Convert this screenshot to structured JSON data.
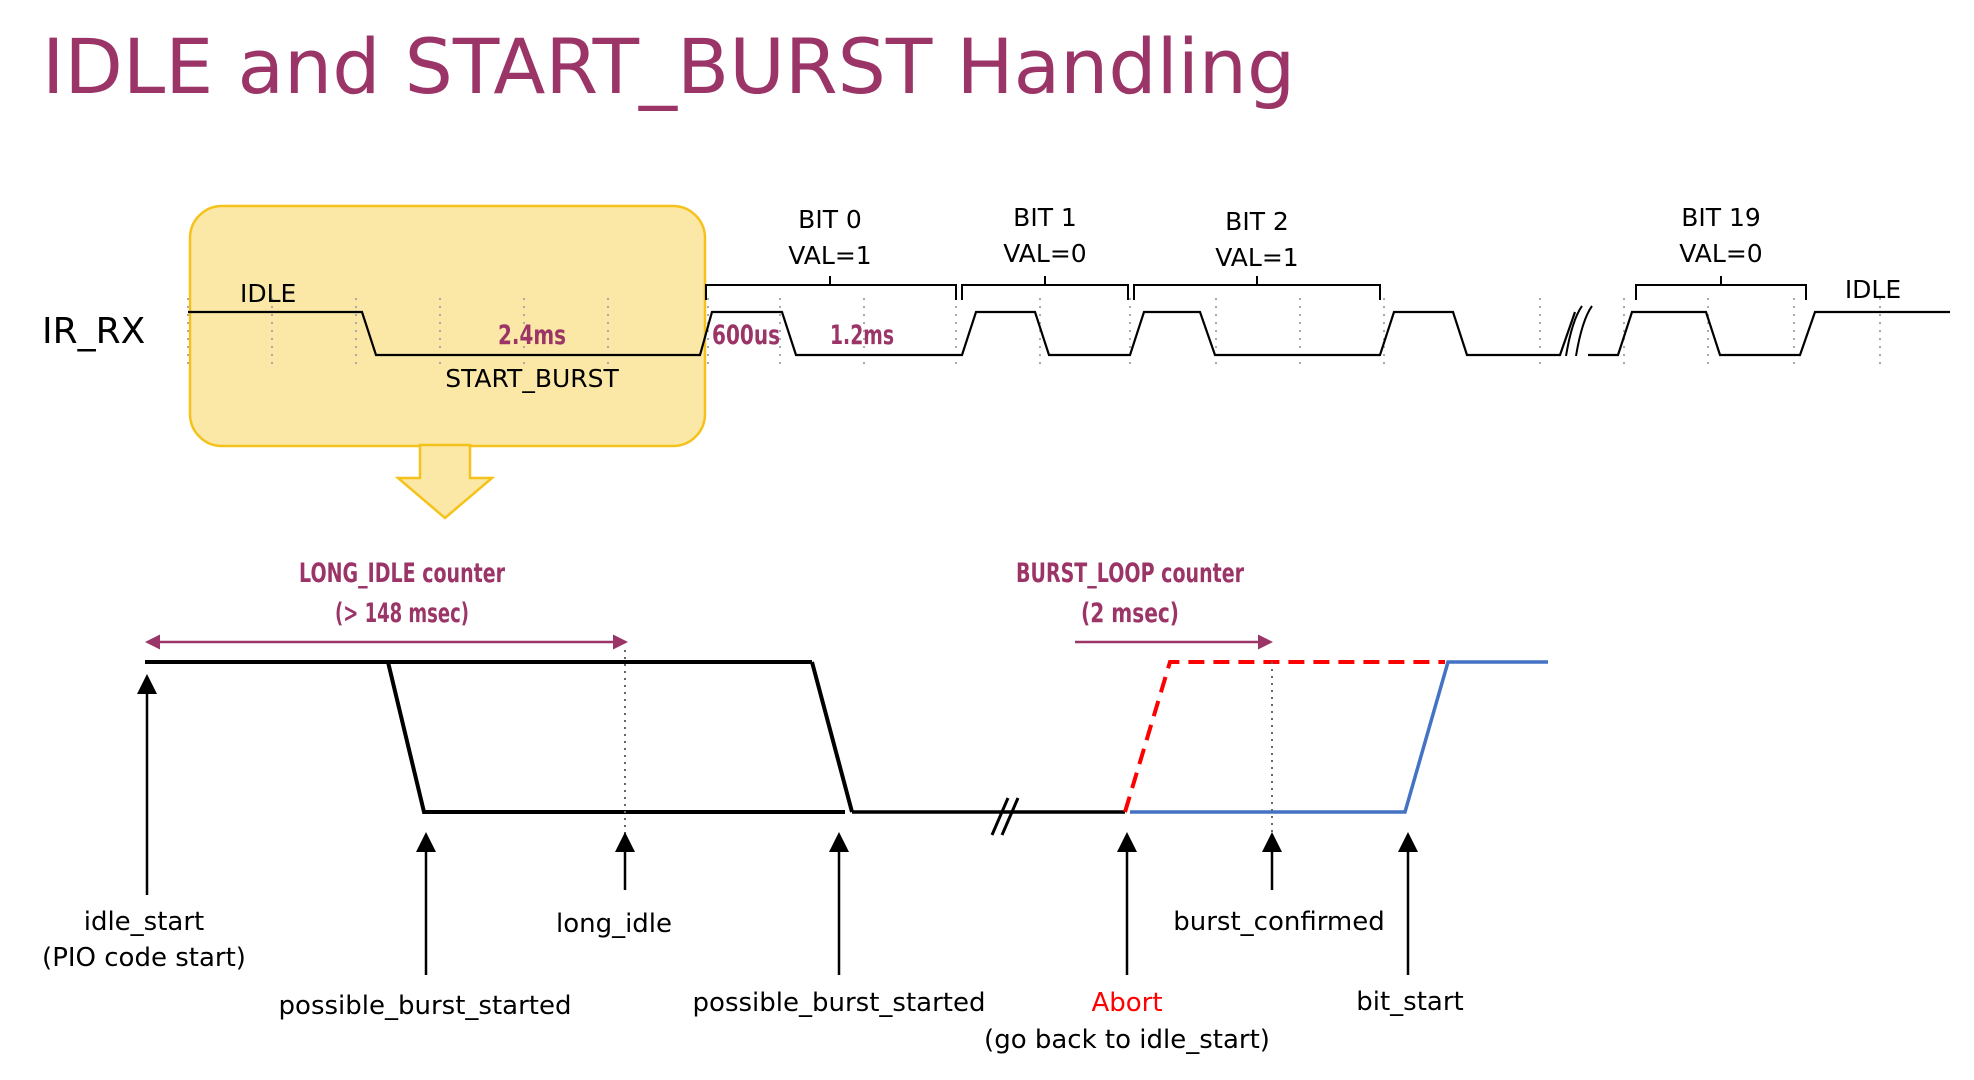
{
  "title": "IDLE and START_BURST Handling",
  "signal": {
    "name": "IR_RX",
    "idle_left": "IDLE",
    "idle_right": "IDLE",
    "start_burst": "START_BURST",
    "dur_start_burst": "2.4ms",
    "dur_600us": "600us",
    "dur_1_2ms": "1.2ms",
    "bits": [
      {
        "bit": "BIT 0",
        "val": "VAL=1"
      },
      {
        "bit": "BIT 1",
        "val": "VAL=0"
      },
      {
        "bit": "BIT 2",
        "val": "VAL=1"
      },
      {
        "bit": "BIT 19",
        "val": "VAL=0"
      }
    ]
  },
  "counters": {
    "long_idle": {
      "line1": "LONG_IDLE counter",
      "line2": "(> 148 msec)"
    },
    "burst_loop": {
      "line1": "BURST_LOOP counter",
      "line2": "(2 msec)"
    }
  },
  "events": {
    "idle_start": "idle_start",
    "idle_start_note": "(PIO code start)",
    "possible_burst_started_1": "possible_burst_started",
    "long_idle": "long_idle",
    "possible_burst_started_2": "possible_burst_started",
    "abort": "Abort",
    "abort_note": "(go back to idle_start)",
    "burst_confirmed": "burst_confirmed",
    "bit_start": "bit_start"
  },
  "colors": {
    "title": "#9b3467",
    "highlight_fill": "#fce8a6",
    "highlight_stroke": "#f5c21b",
    "abort_path": "#ff0000",
    "valid_path": "#4472c4"
  }
}
